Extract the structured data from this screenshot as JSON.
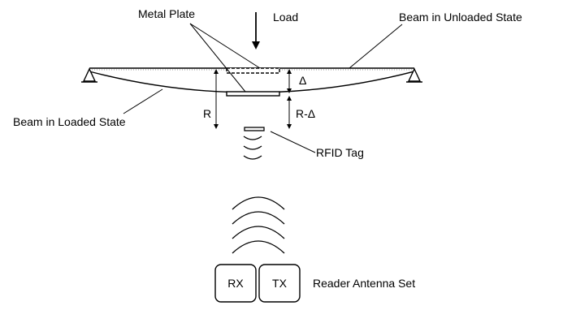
{
  "labels": {
    "metal_plate": "Metal Plate",
    "load": "Load",
    "beam_unloaded": "Beam in Unloaded State",
    "beam_loaded": "Beam in Loaded State",
    "delta": "Δ",
    "r": "R",
    "r_minus_delta": "R-Δ",
    "rfid_tag": "RFID Tag",
    "rx": "RX",
    "tx": "TX",
    "reader_antenna_set": "Reader Antenna Set"
  }
}
